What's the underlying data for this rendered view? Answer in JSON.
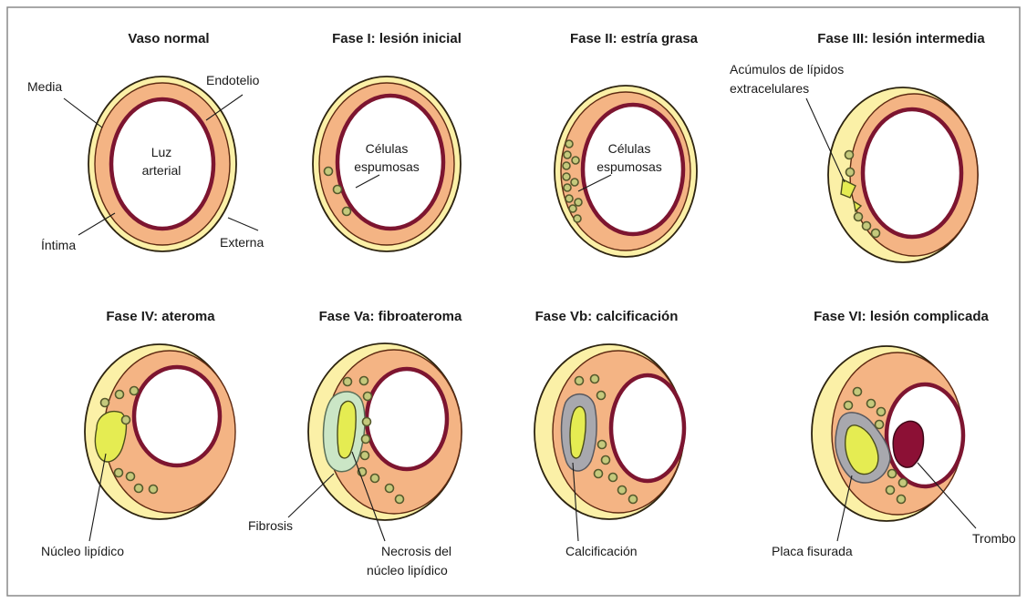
{
  "panels": [
    {
      "title": "Vaso normal",
      "labels": [
        "Media",
        "Endotelio",
        "Luz",
        "arterial",
        "Íntima",
        "Externa"
      ]
    },
    {
      "title": "Fase I: lesión inicial",
      "labels": [
        "Células",
        "espumosas"
      ]
    },
    {
      "title": "Fase II: estría grasa",
      "labels": [
        "Células",
        "espumosas"
      ]
    },
    {
      "title": "Fase III: lesión intermedia",
      "labels": [
        "Acúmulos de lípidos",
        "extracelulares"
      ]
    },
    {
      "title": "Fase IV: ateroma",
      "labels": [
        "Núcleo lipídico"
      ]
    },
    {
      "title": "Fase Va: fibroateroma",
      "labels": [
        "Fibrosis",
        "Necrosis del",
        "núcleo lipídico"
      ]
    },
    {
      "title": "Fase Vb: calcificación",
      "labels": [
        "Calcificación"
      ]
    },
    {
      "title": "Fase VI: lesión complicada",
      "labels": [
        "Placa fisurada",
        "Trombo"
      ]
    }
  ],
  "colors": {
    "externa": "#fbf0a7",
    "media": "#f4b484",
    "endotelio": "#7d1530",
    "cells": "#c4c97c",
    "lipid_core": "#e5ec52",
    "fibrosis": "#cbe6c6",
    "calcification": "#a8a8ae",
    "thrombus": "#8c1035"
  }
}
